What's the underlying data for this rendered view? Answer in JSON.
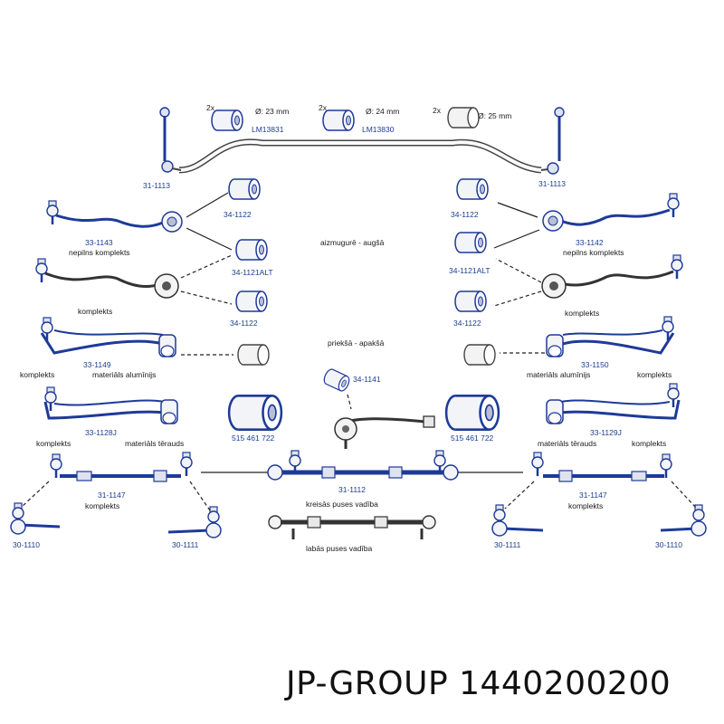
{
  "colors": {
    "accent": "#1e3a99",
    "line": "#2a2a2a",
    "part_fill": "#f3f4f8"
  },
  "top_bushings": [
    {
      "qty": "2x",
      "diameter": "Ø: 23 mm",
      "part": "LM13831"
    },
    {
      "qty": "2x",
      "diameter": "Ø: 24 mm",
      "part": "LM13830"
    },
    {
      "qty": "2x",
      "diameter": "Ø: 25 mm"
    }
  ],
  "stabilizer_links": {
    "left": "31-1113",
    "right": "31-1113"
  },
  "section_labels": {
    "rear_top": "aizmugurē - augšā",
    "front_bottom": "priekšā - apakšā"
  },
  "left": {
    "arm1_part": "33-1143",
    "arm1_note": "nepilns komplekts",
    "bush1": "34-1122",
    "bush2": "34-1121ALT",
    "bush3": "34-1122",
    "arm2_note": "komplekts",
    "arm3_part": "33-1149",
    "arm3_note1": "komplekts",
    "arm3_note2": "materiāls alumīnijs",
    "arm4_part": "33-1128J",
    "arm4_note1": "komplekts",
    "arm4_note2": "materiāls tērauds",
    "bush4": "515 461 722",
    "tierod_part": "31-1147",
    "tierod_note": "komplekts",
    "end_outer": "30-1110",
    "end_inner": "30-1111"
  },
  "right": {
    "arm1_part": "33-1142",
    "arm1_note": "nepilns komplekts",
    "bush1": "34-1122",
    "bush2": "34-1121ALT",
    "bush3": "34-1122",
    "arm2_note": "komplekts",
    "arm3_part": "33-1150",
    "arm3_note1": "materiāls alumīnijs",
    "arm3_note2": "komplekts",
    "arm4_part": "33-1129J",
    "arm4_note1": "materiāls tērauds",
    "arm4_note2": "komplekts",
    "bush4": "515 461 722",
    "tierod_part": "31-1147",
    "tierod_note": "komplekts",
    "end_inner": "30-1111",
    "end_outer": "30-1110"
  },
  "center": {
    "bush": "34-1141",
    "center_link_part": "31-1112",
    "lhd": "kreisās puses vadība",
    "rhd": "labās puses vadība"
  },
  "footer": "JP-GROUP 1440200200"
}
